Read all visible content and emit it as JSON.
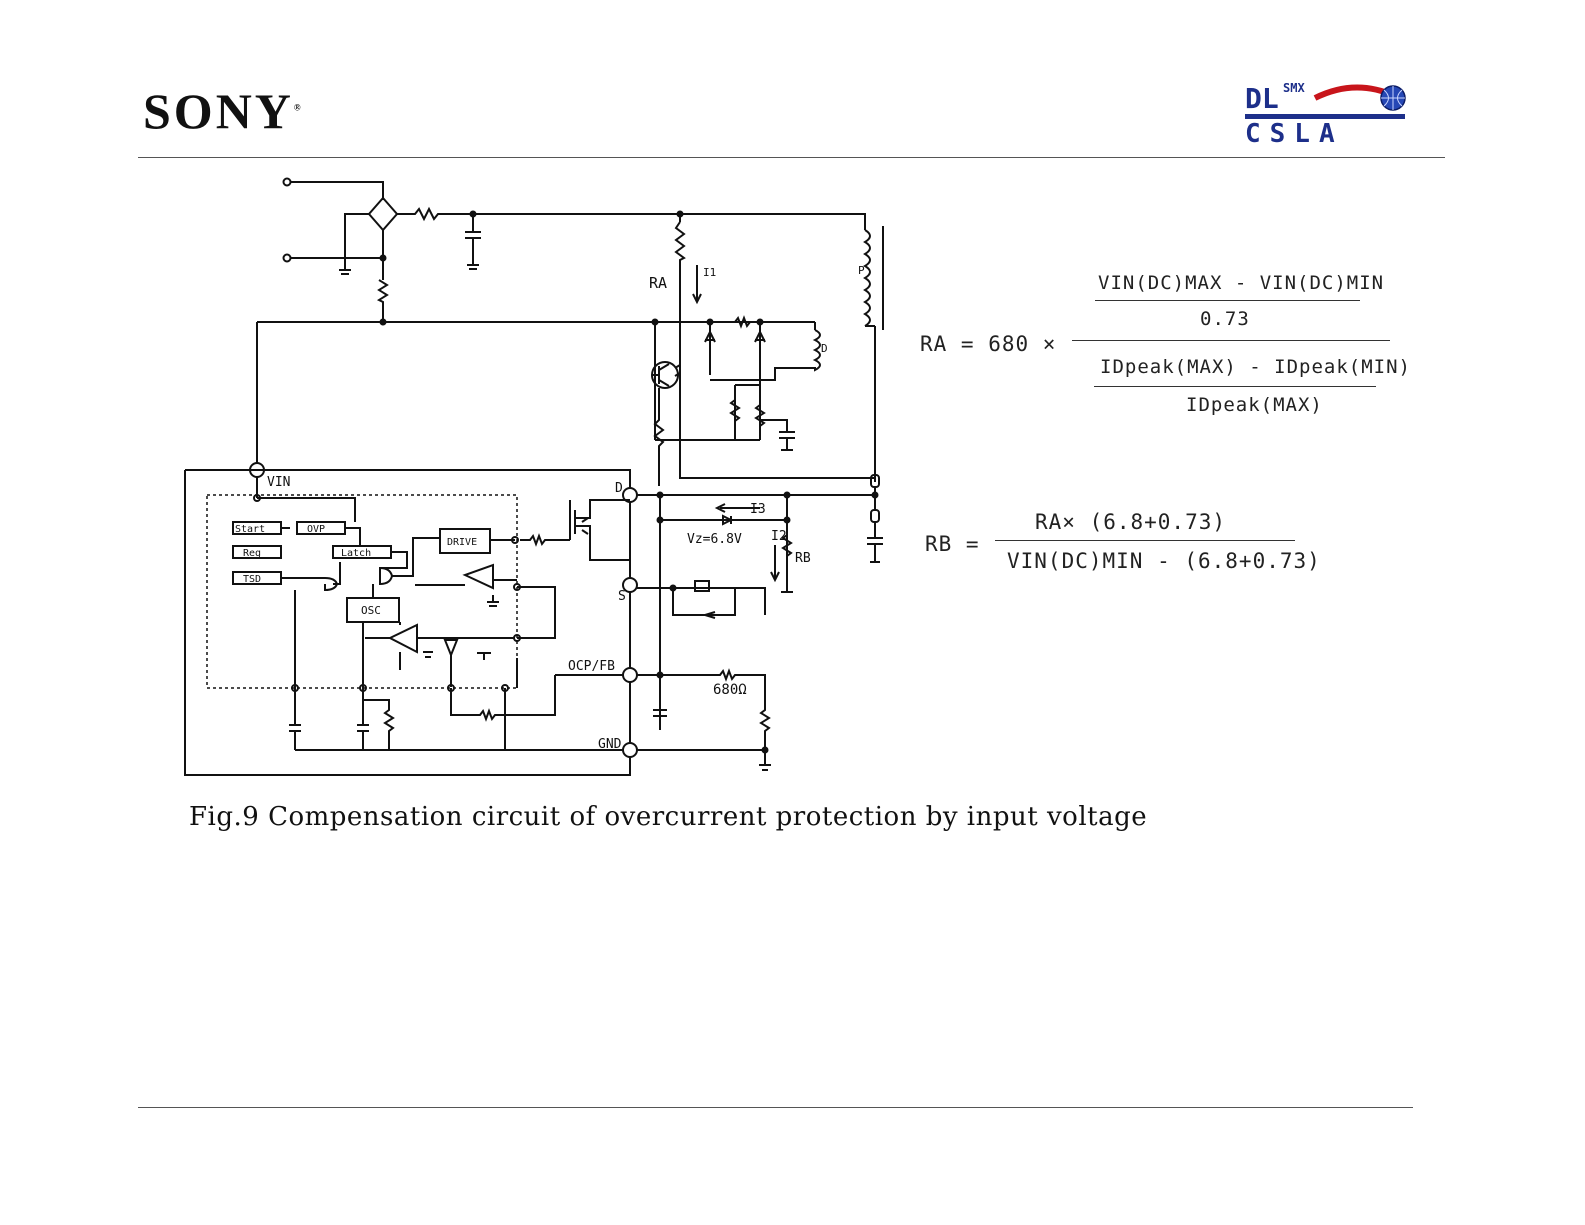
{
  "header": {
    "brand": "SONY",
    "brand_mark": "®",
    "partner_logo": "DLSMX CSLA"
  },
  "figure": {
    "caption": "Fig.9  Compensation circuit of overcurrent protection by input voltage",
    "labels": {
      "vin": "VIN",
      "d_pin": "D",
      "s_pin": "S",
      "ocp": "OCP/FB",
      "gnd": "GND",
      "ra": "RA",
      "rb": "RB",
      "i1": "I1",
      "i2": "I2",
      "i3": "I3",
      "vz": "Vz=6.8V",
      "r680": "680Ω",
      "p": "P",
      "d": "D",
      "start": "Start",
      "ovp": "OVP",
      "reg": "Reg",
      "tsd": "TSD",
      "latch": "Latch",
      "drive": "DRIVE",
      "osc": "OSC"
    }
  },
  "equations": {
    "ra": {
      "lhs": "RA  =  680 ×",
      "num_top": "VIN(DC)MAX - VIN(DC)MIN",
      "num_bottom": "0.73",
      "den_top": "IDpeak(MAX) - IDpeak(MIN)",
      "den_bottom": "IDpeak(MAX)"
    },
    "rb": {
      "lhs": "RB  =",
      "numerator": "RA× (6.8+0.73)",
      "denominator": "VIN(DC)MIN - (6.8+0.73)"
    }
  }
}
